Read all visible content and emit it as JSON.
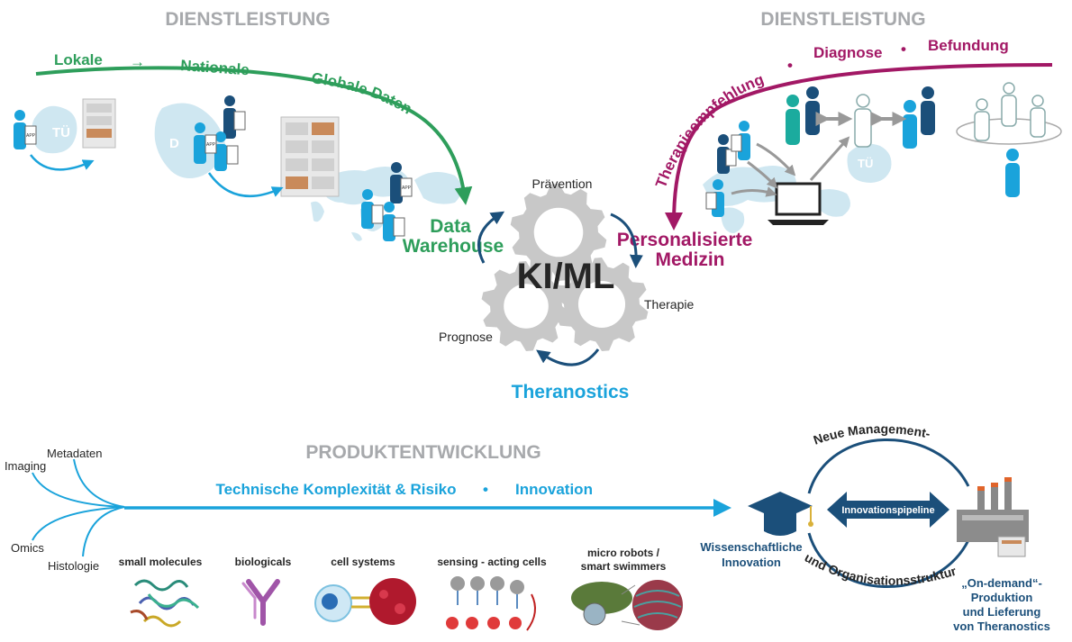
{
  "colors": {
    "gray": "#a7a9ac",
    "green": "#2e9e5b",
    "magenta": "#a21865",
    "blue": "#1aa3db",
    "navy": "#1b4f7a",
    "dark": "#262626",
    "lightblue": "#bfe0ee",
    "gear": "#c8c8c8"
  },
  "top_left": {
    "header": "DIENSTLEISTUNG",
    "lokale": "Lokale",
    "nationale": "Nationale",
    "globale": "Globale Daten",
    "arrow1": "→",
    "arrow2": "→",
    "tue": "TÜ",
    "d": "D",
    "app": "APP",
    "dw_line1": "Data",
    "dw_line2": "Warehouse"
  },
  "top_right": {
    "header": "DIENSTLEISTUNG",
    "therapie": "Therapieempfehlung",
    "diagnose": "Diagnose",
    "befundung": "Befundung",
    "dot": "•",
    "tue": "TÜ",
    "pm_line1": "Personalisierte",
    "pm_line2": "Medizin"
  },
  "center": {
    "kiml": "KI/ML",
    "praevention": "Prävention",
    "therapie": "Therapie",
    "prognose": "Prognose",
    "theranostics": "Theranostics"
  },
  "bottom": {
    "header": "PRODUKTENTWICKLUNG",
    "komplex": "Technische Komplexität & Risiko",
    "dot": "•",
    "innovation": "Innovation",
    "inputs": [
      "Metadaten",
      "Imaging",
      "Omics",
      "Histologie"
    ],
    "products": [
      "small molecules",
      "biologicals",
      "cell systems",
      "sensing - acting cells",
      "micro robots /",
      "smart swimmers"
    ],
    "wiss_line1": "Wissenschaftliche",
    "wiss_line2": "Innovation",
    "pipeline": "Innovationspipeline",
    "neue": "Neue Management-",
    "und_org": "und Organisationsstruktur",
    "ondemand": [
      "„On-demand“-",
      "Produktion",
      "und Lieferung",
      "von Theranostics"
    ]
  }
}
